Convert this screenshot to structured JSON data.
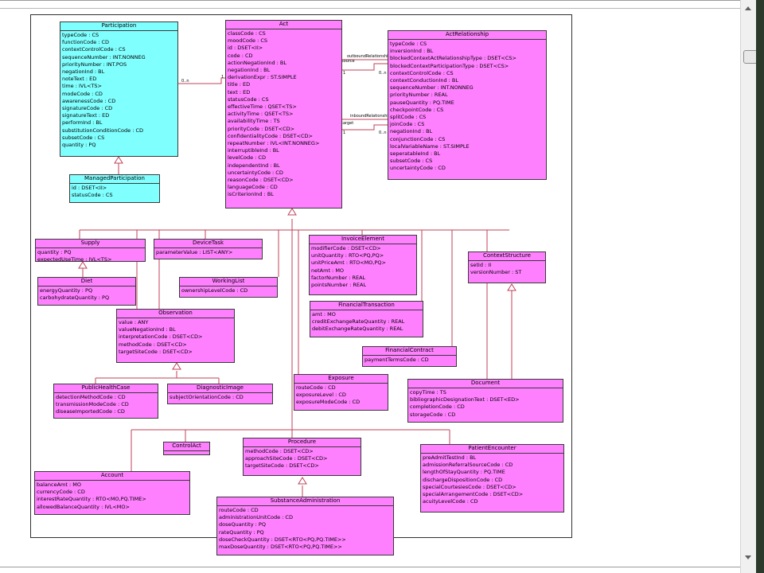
{
  "classes": {
    "participation": {
      "name": "Participation",
      "attrs": [
        "typeCode : CS",
        "functionCode : CD",
        "contextControlCode : CS",
        "sequenceNumber : INT.NONNEG",
        "priorityNumber : INT.POS",
        "negationInd : BL",
        "noteText : ED",
        "time : IVL<TS>",
        "modeCode : CD",
        "awarenessCode : CD",
        "signatureCode : CD",
        "signatureText : ED",
        "performInd : BL",
        "substitutionConditionCode : CD",
        "subsetCode : CS",
        "quantity : PQ"
      ]
    },
    "managed_participation": {
      "name": "ManagedParticipation",
      "attrs": [
        "id : DSET<II>",
        "statusCode : CS"
      ]
    },
    "act": {
      "name": "Act",
      "attrs": [
        "classCode : CS",
        "moodCode : CS",
        "id : DSET<II>",
        "code : CD",
        "actionNegationInd : BL",
        "negationInd : BL",
        "derivationExpr : ST.SIMPLE",
        "title : ED",
        "text : ED",
        "statusCode : CS",
        "effectiveTime : QSET<TS>",
        "activityTime : QSET<TS>",
        "availabilityTime : TS",
        "priorityCode : DSET<CD>",
        "confidentialityCode : DSET<CD>",
        "repeatNumber : IVL<INT.NONNEG>",
        "interruptibleInd : BL",
        "levelCode : CD",
        "independentInd : BL",
        "uncertaintyCode : CD",
        "reasonCode : DSET<CD>",
        "languageCode : CD",
        "isCriterionInd : BL"
      ]
    },
    "act_relationship": {
      "name": "ActRelationship",
      "attrs": [
        "typeCode : CS",
        "inversionInd : BL",
        "blockedContextActRelationshipType : DSET<CS>",
        "blockedContextParticipationType : DSET<CS>",
        "contextControlCode : CS",
        "contextConductionInd : BL",
        "sequenceNumber : INT.NONNEG",
        "priorityNumber : REAL",
        "pauseQuantity : PQ.TIME",
        "checkpointCode : CS",
        "splitCode : CS",
        "joinCode : CS",
        "negationInd : BL",
        "conjunctionCode : CS",
        "localVariableName : ST.SIMPLE",
        "seperatableInd : BL",
        "subsetCode : CS",
        "uncertaintyCode : CD"
      ]
    },
    "supply": {
      "name": "Supply",
      "attrs": [
        "quantity : PQ",
        "expectedUseTime : IVL<TS>"
      ]
    },
    "device_task": {
      "name": "DeviceTask",
      "attrs": [
        "parameterValue : LIST<ANY>"
      ]
    },
    "invoice_element": {
      "name": "InvoiceElement",
      "attrs": [
        "modifierCode : DSET<CD>",
        "unitQuantity : RTO<PQ,PQ>",
        "unitPriceAmt : RTO<MO,PQ>",
        "netAmt : MO",
        "factorNumber : REAL",
        "pointsNumber : REAL"
      ]
    },
    "context_structure": {
      "name": "ContextStructure",
      "attrs": [
        "setId : II",
        "versionNumber : ST"
      ]
    },
    "diet": {
      "name": "Diet",
      "attrs": [
        "energyQuantity : PQ",
        "carbohydrateQuantity : PQ"
      ]
    },
    "working_list": {
      "name": "WorkingList",
      "attrs": [
        "ownershipLevelCode : CD"
      ]
    },
    "financial_transaction": {
      "name": "FinancialTransaction",
      "attrs": [
        "amt : MO",
        "creditExchangeRateQuantity : REAL",
        "debitExchangeRateQuantity : REAL"
      ]
    },
    "observation": {
      "name": "Observation",
      "attrs": [
        "value : ANY",
        "valueNegationInd : BL",
        "interpretationCode : DSET<CD>",
        "methodCode : DSET<CD>",
        "targetSiteCode : DSET<CD>"
      ]
    },
    "financial_contract": {
      "name": "FinancialContract",
      "attrs": [
        "paymentTermsCode : CD"
      ]
    },
    "public_health_case": {
      "name": "PublicHealthCase",
      "attrs": [
        "detectionMethodCode : CD",
        "transmissionModeCode : CD",
        "diseaseImportedCode : CD"
      ]
    },
    "diagnostic_image": {
      "name": "DiagnosticImage",
      "attrs": [
        "subjectOrientationCode : CD"
      ]
    },
    "exposure": {
      "name": "Exposure",
      "attrs": [
        "routeCode : CD",
        "exposureLevel : CD",
        "exposureModeCode : CD"
      ]
    },
    "document": {
      "name": "Document",
      "attrs": [
        "copyTime : TS",
        "bibliographicDesignationText : DSET<ED>",
        "completionCode : CD",
        "storageCode : CD"
      ]
    },
    "control_act": {
      "name": "ControlAct",
      "attrs": []
    },
    "procedure": {
      "name": "Procedure",
      "attrs": [
        "methodCode : DSET<CD>",
        "approachSiteCode : DSET<CD>",
        "targetSiteCode : DSET<CD>"
      ]
    },
    "patient_encounter": {
      "name": "PatientEncounter",
      "attrs": [
        "preAdmitTestInd : BL",
        "admissionReferralSourceCode : CD",
        "lengthOfStayQuantity : PQ.TIME",
        "dischargeDispositionCode : CD",
        "specialCourtesiesCode : DSET<CD>",
        "specialArrangementCode : DSET<CD>",
        "acuityLevelCode : CD"
      ]
    },
    "account": {
      "name": "Account",
      "attrs": [
        "balanceAmt : MO",
        "currencyCode : CD",
        "interestRateQuantity : RTO<MO,PQ.TIME>",
        "allowedBalanceQuantity : IVL<MO>"
      ]
    },
    "substance_administration": {
      "name": "SubstanceAdministration",
      "attrs": [
        "routeCode : CD",
        "administrationUnitCode : CD",
        "doseQuantity : PQ",
        "rateQuantity : PQ",
        "doseCheckQuantity : DSET<RTO<PQ,PQ.TIME>>",
        "maxDoseQuantity : DSET<RTO<PQ,PQ.TIME>>"
      ]
    }
  },
  "association_labels": {
    "outbound": "outboundRelationship",
    "inbound": "inboundRelationship",
    "source": "source",
    "target": "target",
    "mult_many_1": "0..n",
    "mult_one_1": "1",
    "mult_many_2": "0..n",
    "mult_one_2": "1",
    "mult_many_3": "0..n",
    "mult_one_3": "1"
  },
  "colors": {
    "act_class": "#ff80ff",
    "participation_class": "#80ffff",
    "line": "#c0405a"
  }
}
